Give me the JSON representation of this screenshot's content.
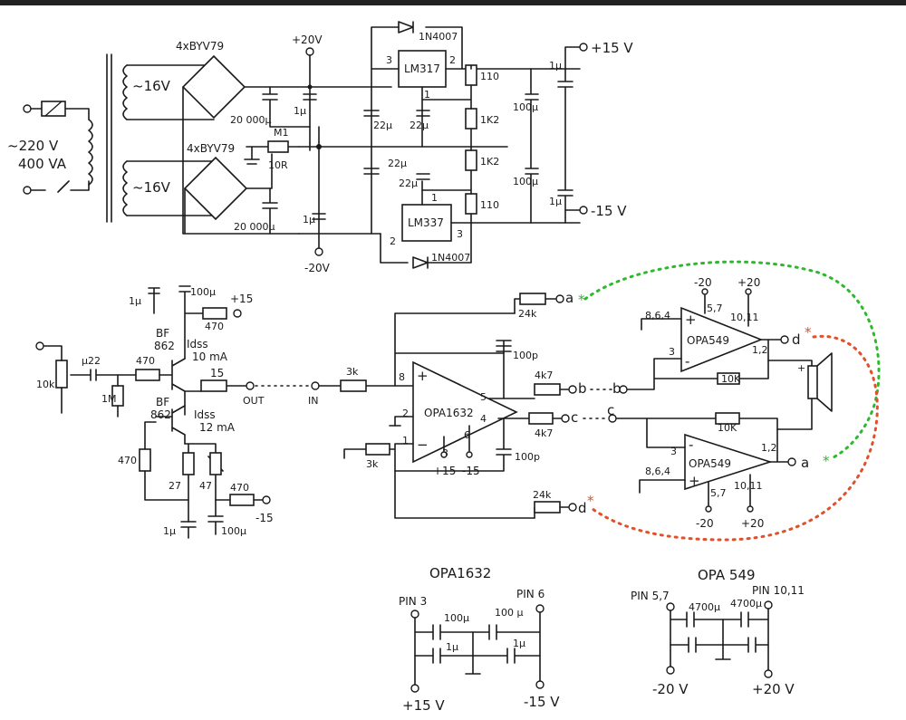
{
  "colors": {
    "ink": "#1a1a1a",
    "green_link": "#2db82d",
    "red_link": "#e0502a"
  },
  "psu": {
    "mains": "~220 V",
    "power": "400 VA",
    "winding_top": "~16V",
    "winding_bottom": "~16V",
    "bridge_top": "4xBYV79",
    "bridge_bottom": "4xBYV79",
    "cap_top": "20 000μ",
    "cap_bottom": "20 000μ",
    "cap_1u_top": "1μ",
    "cap_1u_bottom": "1μ",
    "rail_pos": "+20V",
    "rail_neg": "-20V",
    "m1": "M1",
    "r10": "10R",
    "reg_pos": "LM317",
    "reg_neg": "LM337",
    "diode_top": "1N4007",
    "diode_bottom": "1N4007",
    "pin3_top": "3",
    "pin2_top": "2",
    "pin1_top": "1",
    "pin1_bottom": "1",
    "pin2_bottom": "2",
    "pin3_bottom": "3",
    "c22_a": "22μ",
    "c22_b": "22μ",
    "c22_c": "22μ",
    "c22_d": "22μ",
    "r110_top": "110",
    "r1k2_a": "1K2",
    "r1k2_b": "1K2",
    "r110_bottom": "110",
    "c100_top": "100μ",
    "c100_bottom": "100μ",
    "c1u_out_top": "1μ",
    "c1u_out_bottom": "1μ",
    "out_pos": "+15 V",
    "out_neg": "-15 V"
  },
  "preamp": {
    "pot": "10k",
    "cin": "μ22",
    "r470_in": "470",
    "r1m": "1M",
    "c1u_top": "1μ",
    "c100_top": "100μ",
    "supply_pos": "+15",
    "r470_top": "470",
    "bf_top": "BF",
    "bf_top_num": "862",
    "idss_top": "Idss",
    "idss_top_val": "10 mA",
    "r15": "15",
    "out": "OUT",
    "bf_bottom": "BF",
    "bf_bottom_num": "862",
    "idss_bottom": "Idss",
    "idss_bottom_val": "12 mA",
    "r470_src": "470",
    "r27": "27",
    "r47": "47",
    "r470_bottom": "470",
    "supply_neg": "-15",
    "c1u_bottom": "1μ",
    "c100_bottom": "100μ"
  },
  "driver": {
    "in": "IN",
    "r3k_in": "3k",
    "opamp": "OPA1632",
    "pin8": "8",
    "pin2": "2",
    "pin1": "1",
    "pin3": "3",
    "pin6": "6",
    "pin5": "5",
    "pin4": "4",
    "supply_pos": "+15",
    "supply_neg": "-15",
    "r3k_gnd": "3k",
    "c100p_top": "100p",
    "c100p_bottom": "100p",
    "r24k_top": "24k",
    "r24k_bottom": "24k",
    "r4k7_top": "4k7",
    "r4k7_bottom": "4k7",
    "node_a": "a",
    "node_b": "b",
    "node_c": "c",
    "node_d": "d",
    "star": "*"
  },
  "power_amp": {
    "opamp_top": "OPA549",
    "opamp_bottom": "OPA549",
    "supply_neg_top": "-20",
    "supply_pos_top": "+20",
    "supply_neg_bottom": "-20",
    "supply_pos_bottom": "+20",
    "pins_57_top": "5,7",
    "pins_1011_top": "10,11",
    "pins_864_top": "8,6,4",
    "pin3_top": "3",
    "pins_12_top": "1,2",
    "pins_57_bottom": "5,7",
    "pins_1011_bottom": "10,11",
    "pins_864_bottom": "8,6,4",
    "pin3_bottom": "3",
    "pins_12_bottom": "1,2",
    "r10k_top": "10K",
    "r10k_bottom": "10K",
    "node_b": "b",
    "node_c": "c",
    "node_d": "d",
    "node_a": "a",
    "star": "*",
    "plus": "+",
    "minus": "-"
  },
  "decoupling_1632": {
    "title": "OPA1632",
    "pin_left": "PIN 3",
    "pin_right": "PIN 6",
    "c100_a": "100μ",
    "c100_b": "100 μ",
    "c1_a": "1μ",
    "c1_b": "1μ",
    "supply_pos": "+15 V",
    "supply_neg": "-15 V"
  },
  "decoupling_549": {
    "title": "OPA 549",
    "pin_left": "PIN 5,7",
    "pin_right": "PIN 10,11",
    "c4700_a": "4700μ",
    "c4700_b": "4700μ",
    "supply_neg": "-20 V",
    "supply_pos": "+20 V"
  }
}
